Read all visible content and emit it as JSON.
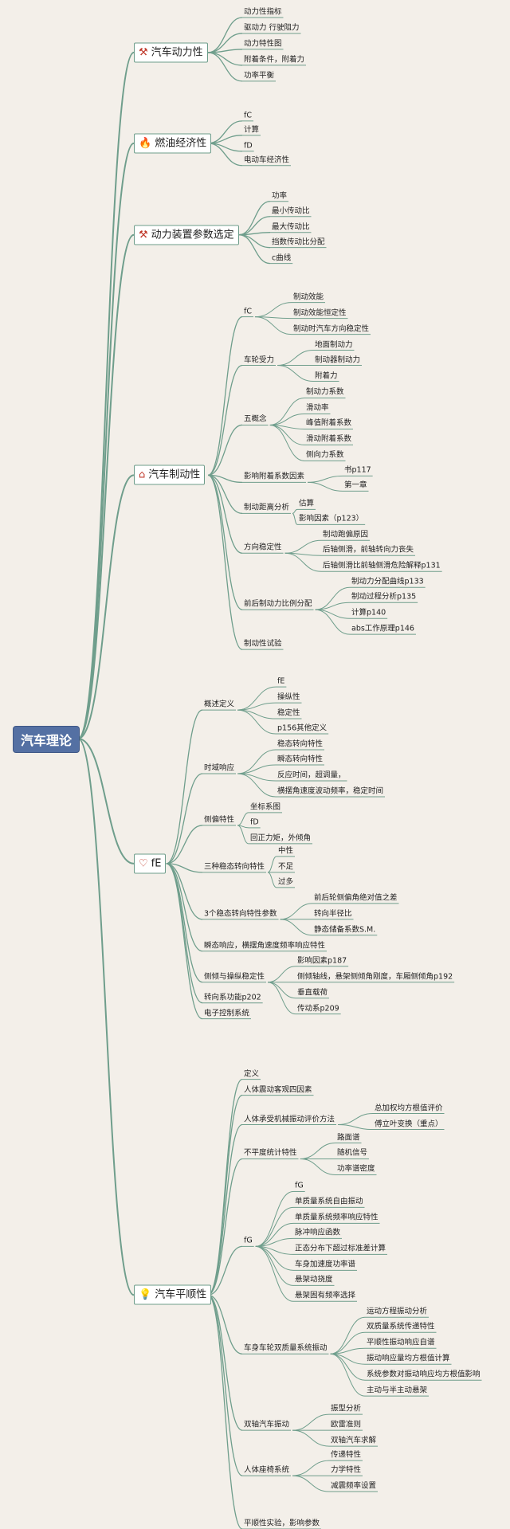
{
  "colors": {
    "line": "#6f9e8c",
    "background": "#f3efe9",
    "root": "#5470a3"
  },
  "mindmap": {
    "root": "汽车理论",
    "branches": [
      {
        "label": "汽车动力性",
        "icon": "tools-icon",
        "glyph": "⚒",
        "icon_color": "#c0392b",
        "children": [
          {
            "label": "动力性指标"
          },
          {
            "label": "驱动力 行驶阻力"
          },
          {
            "label": "动力特性图"
          },
          {
            "label": "附着条件，附着力"
          },
          {
            "label": "功率平衡"
          }
        ]
      },
      {
        "label": "燃油经济性",
        "icon": "fire-icon",
        "glyph": "🔥",
        "icon_color": "#e74c3c",
        "children": [
          {
            "label": "fC"
          },
          {
            "label": "计算"
          },
          {
            "label": "fD"
          },
          {
            "label": "电动车经济性"
          }
        ]
      },
      {
        "label": "动力装置参数选定",
        "icon": "tools-icon",
        "glyph": "⚒",
        "icon_color": "#c0392b",
        "children": [
          {
            "label": "功率"
          },
          {
            "label": "最小传动比"
          },
          {
            "label": "最大传动比"
          },
          {
            "label": "挡数传动比分配"
          },
          {
            "label": "c曲线"
          }
        ]
      },
      {
        "label": "汽车制动性",
        "icon": "home-icon",
        "glyph": "⌂",
        "icon_color": "#c0392b",
        "children": [
          {
            "label": "fC",
            "children": [
              {
                "label": "制动效能"
              },
              {
                "label": "制动效能恒定性"
              },
              {
                "label": "制动时汽车方向稳定性"
              }
            ]
          },
          {
            "label": "车轮受力",
            "children": [
              {
                "label": "地面制动力"
              },
              {
                "label": "制动器制动力"
              },
              {
                "label": "附着力"
              }
            ]
          },
          {
            "label": "五概念",
            "children": [
              {
                "label": "制动力系数"
              },
              {
                "label": "滑动率"
              },
              {
                "label": "峰值附着系数"
              },
              {
                "label": "滑动附着系数"
              },
              {
                "label": "侧向力系数"
              }
            ]
          },
          {
            "label": "影响附着系数因素",
            "children": [
              {
                "label": "书p117"
              },
              {
                "label": "第一章"
              }
            ]
          },
          {
            "label": "制动距离分析",
            "children": [
              {
                "label": "估算"
              },
              {
                "label": "影响因素（p123）"
              }
            ]
          },
          {
            "label": "方向稳定性",
            "children": [
              {
                "label": "制动跑偏原因"
              },
              {
                "label": "后轴侧滑，前轴转向力丧失"
              },
              {
                "label": "后轴侧滑比前轴侧滑危险解释p131"
              }
            ]
          },
          {
            "label": "前后制动力比例分配",
            "children": [
              {
                "label": "制动力分配曲线p133"
              },
              {
                "label": "制动过程分析p135"
              },
              {
                "label": "计算p140"
              },
              {
                "label": "abs工作原理p146"
              }
            ]
          },
          {
            "label": "制动性试验"
          }
        ]
      },
      {
        "label": "fE",
        "icon": "heart-icon",
        "glyph": "♡",
        "icon_color": "#c0392b",
        "children": [
          {
            "label": "概述定义",
            "children": [
              {
                "label": "fE"
              },
              {
                "label": "操纵性"
              },
              {
                "label": "稳定性"
              },
              {
                "label": "p156其他定义"
              }
            ]
          },
          {
            "label": "时域响应",
            "children": [
              {
                "label": "稳态转向特性"
              },
              {
                "label": "瞬态转向特性"
              },
              {
                "label": "反应时间，超调量，"
              },
              {
                "label": "横摆角速度波动频率，稳定时间"
              }
            ]
          },
          {
            "label": "侧偏特性",
            "children": [
              {
                "label": "坐标系图"
              },
              {
                "label": "fD"
              },
              {
                "label": "回正力矩，外倾角"
              }
            ]
          },
          {
            "label": "三种稳态转向特性",
            "children": [
              {
                "label": "中性"
              },
              {
                "label": "不足"
              },
              {
                "label": "过多"
              }
            ]
          },
          {
            "label": "3个稳态转向特性参数",
            "children": [
              {
                "label": "前后轮侧偏角绝对值之差"
              },
              {
                "label": "转向半径比"
              },
              {
                "label": "静态储备系数S.M."
              }
            ]
          },
          {
            "label": "瞬态响应，横摆角速度频率响应特性"
          },
          {
            "label": "侧倾与操纵稳定性",
            "children": [
              {
                "label": "影响因素p187"
              },
              {
                "label": "侧倾轴线，悬架侧倾角刚度，车厢侧倾角p192"
              },
              {
                "label": "垂直载荷"
              },
              {
                "label": "传动系p209"
              }
            ]
          },
          {
            "label": "转向系功能p202"
          },
          {
            "label": "电子控制系统"
          }
        ]
      },
      {
        "label": "汽车平顺性",
        "icon": "bulb-icon",
        "glyph": "💡",
        "icon_color": "#f1c40f",
        "children": [
          {
            "label": "定义"
          },
          {
            "label": "人体震动客观四因素"
          },
          {
            "label": "人体承受机械振动评价方法",
            "children": [
              {
                "label": "总加权均方根值评价"
              },
              {
                "label": "傅立叶变换（重点）"
              }
            ]
          },
          {
            "label": "不平度统计特性",
            "children": [
              {
                "label": "路面谱"
              },
              {
                "label": "随机信号"
              },
              {
                "label": "功率谱密度"
              }
            ]
          },
          {
            "label": "fG",
            "children": [
              {
                "label": "fG"
              },
              {
                "label": "单质量系统自由振动"
              },
              {
                "label": "单质量系统频率响应特性"
              },
              {
                "label": "脉冲响应函数"
              },
              {
                "label": "正态分布下超过标准差计算"
              },
              {
                "label": "车身加速度功率谱"
              },
              {
                "label": "悬架动挠度"
              },
              {
                "label": "悬架固有频率选择"
              }
            ]
          },
          {
            "label": "车身车轮双质量系统振动",
            "children": [
              {
                "label": "运动方程振动分析"
              },
              {
                "label": "双质量系统传递特性"
              },
              {
                "label": "平顺性振动响应自谱"
              },
              {
                "label": "振动响应量均方根值计算"
              },
              {
                "label": "系统参数对振动响应均方根值影响"
              },
              {
                "label": "主动与半主动悬架"
              }
            ]
          },
          {
            "label": "双轴汽车振动",
            "children": [
              {
                "label": "振型分析"
              },
              {
                "label": "欧雷准则"
              },
              {
                "label": "双轴汽车求解"
              }
            ]
          },
          {
            "label": "人体座椅系统",
            "children": [
              {
                "label": "传递特性"
              },
              {
                "label": "力学特性"
              },
              {
                "label": "减震频率设置"
              }
            ]
          },
          {
            "label": "平顺性实验，影响参数"
          }
        ]
      }
    ]
  }
}
